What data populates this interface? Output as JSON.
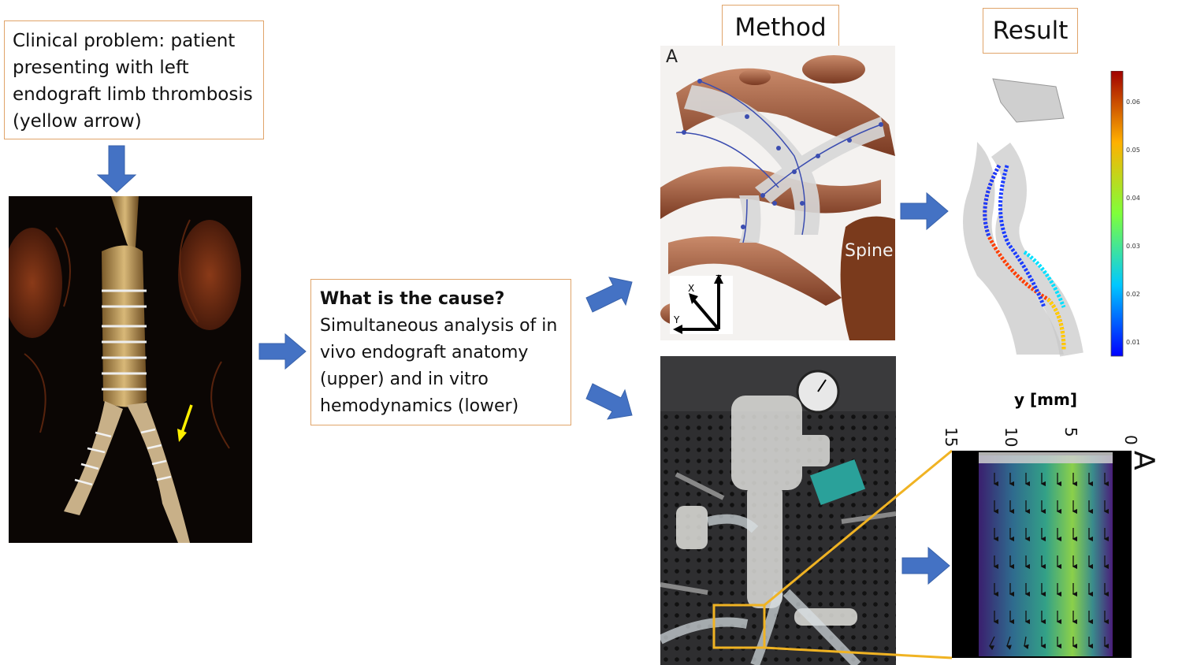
{
  "clinical": {
    "text": "Clinical problem: patient presenting with left endograft limb thrombosis (yellow arrow)"
  },
  "question": {
    "heading": "What is the cause?",
    "body": "Simultaneous analysis of in vivo endograft anatomy (upper) and in vitro hemodynamics (lower)"
  },
  "labels": {
    "method": "Method",
    "result": "Result"
  },
  "cta_panel": {
    "letter": "A",
    "spine": "Spine",
    "axes": [
      "X",
      "Z",
      "Y"
    ]
  },
  "colorbar": {
    "ticks": [
      "0.06",
      "0.05",
      "0.04",
      "0.03",
      "0.02",
      "0.01"
    ]
  },
  "flow_panel": {
    "title": "y [mm]",
    "ticks": [
      "15",
      "10",
      "5",
      "0"
    ],
    "letter": "A"
  },
  "colors": {
    "arrow_blue": "#4472c4",
    "box_border": "#e0a46a",
    "highlight": "#f0b323",
    "yellow_arrow": "#ffef00"
  }
}
